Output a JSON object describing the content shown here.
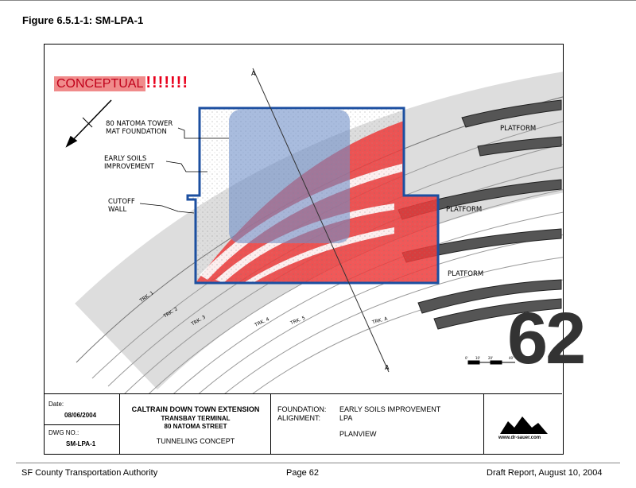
{
  "figure_title": "Figure 6.5.1-1: SM-LPA-1",
  "stamp": {
    "text": "CONCEPTUAL",
    "marks": "!!!!!!!"
  },
  "notes": {
    "mat_foundation": [
      "80 NATOMA TOWER",
      "MAT FOUNDATION"
    ],
    "early_soils": [
      "EARLY SOILS",
      "IMPROVEMENT"
    ],
    "cutoff_wall": [
      "CUTOFF",
      "WALL"
    ]
  },
  "platforms": [
    "PLATFORM",
    "PLATFORM",
    "PLATFORM"
  ],
  "tracks": [
    "TRK. 1",
    "TRK. 2",
    "TRK. 3",
    "TRK. 4",
    "TRK. 5",
    "TRK. A"
  ],
  "section_marks": [
    "A",
    "A"
  ],
  "scale_labels": [
    "0'",
    "10'",
    "20'",
    "40'"
  ],
  "page_badge": "62",
  "title_block": {
    "date_label": "Date:",
    "date_value": "08/06/2004",
    "dwg_label": "DWG NO.:",
    "dwg_value": "SM-LPA-1",
    "project_title": "CALTRAIN DOWN TOWN EXTENSION",
    "project_line2": "TRANSBAY TERMINAL",
    "project_line3": "80 NATOMA STREET",
    "project_line4": "TUNNELING CONCEPT",
    "foundation_label": "FOUNDATION:",
    "foundation_value": "EARLY SOILS IMPROVEMENT",
    "alignment_label": "ALIGNMENT:",
    "alignment_value": "LPA",
    "view_value": "PLANVIEW",
    "logo_text": "www.dr-sauer.com"
  },
  "footer": {
    "left": "SF County Transportation Authority",
    "center": "Page 62",
    "right": "Draft Report, August 10, 2004"
  }
}
